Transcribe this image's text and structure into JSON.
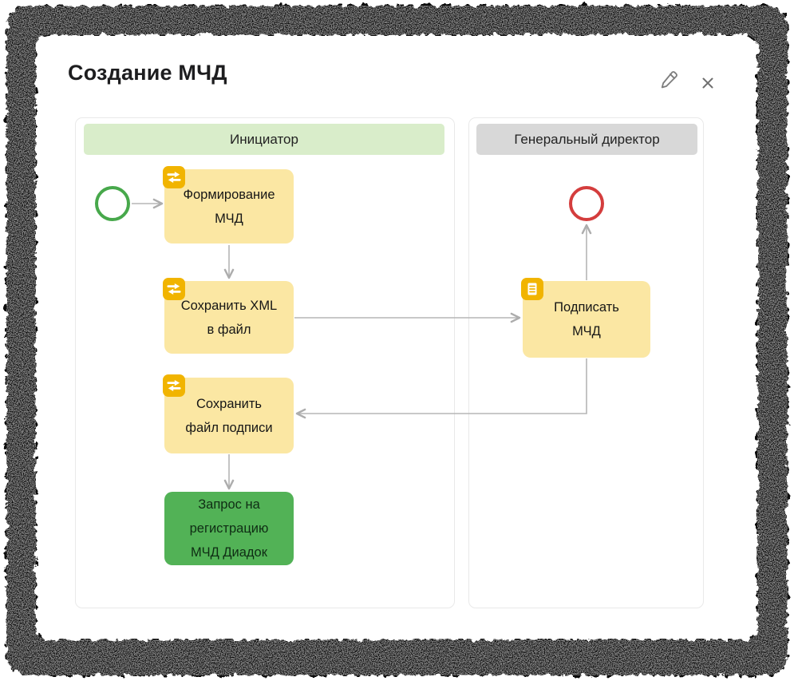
{
  "dialog": {
    "title": "Создание МЧД",
    "edit_icon": "pencil-icon",
    "close_icon": "close-icon"
  },
  "lanes": {
    "initiator": {
      "label": "Инициатор",
      "header_color": "#d9edca"
    },
    "director": {
      "label": "Генеральный директор",
      "header_color": "#d8d8d8"
    }
  },
  "nodes": {
    "start_event": {
      "type": "start-event",
      "color": "#47a84b"
    },
    "form_mchd": {
      "label": "Формирование МЧД",
      "type": "task",
      "icon": "swap-arrows-icon",
      "fill": "#fbe7a3",
      "lane": "initiator"
    },
    "save_xml": {
      "label": "Сохранить XML в файл",
      "type": "task",
      "icon": "swap-arrows-icon",
      "fill": "#fbe7a3",
      "lane": "initiator"
    },
    "sign_mchd": {
      "label": "Подписать МЧД",
      "type": "task",
      "icon": "document-icon",
      "fill": "#fbe7a3",
      "lane": "director"
    },
    "save_sig": {
      "label": "Сохранить файл подписи",
      "type": "task",
      "icon": "swap-arrows-icon",
      "fill": "#fbe7a3",
      "lane": "initiator"
    },
    "register_request": {
      "label": "Запрос на регистрацию МЧД Диадок",
      "type": "task",
      "fill": "#52b256",
      "lane": "initiator"
    },
    "end_event": {
      "type": "end-event",
      "color": "#d43d3d"
    }
  },
  "flows": [
    {
      "from": "start_event",
      "to": "form_mchd"
    },
    {
      "from": "form_mchd",
      "to": "save_xml"
    },
    {
      "from": "save_xml",
      "to": "sign_mchd"
    },
    {
      "from": "sign_mchd",
      "to": "end_event"
    },
    {
      "from": "sign_mchd",
      "to": "save_sig"
    },
    {
      "from": "save_sig",
      "to": "register_request"
    }
  ],
  "colors": {
    "badge": "#f1b400",
    "task_fill": "#fbe7a3",
    "final_task_fill": "#52b256",
    "start_event": "#47a84b",
    "end_event": "#d43d3d",
    "lane_initiator_header": "#d9edca",
    "lane_director_header": "#d8d8d8",
    "connector": "#b5b5b5"
  }
}
